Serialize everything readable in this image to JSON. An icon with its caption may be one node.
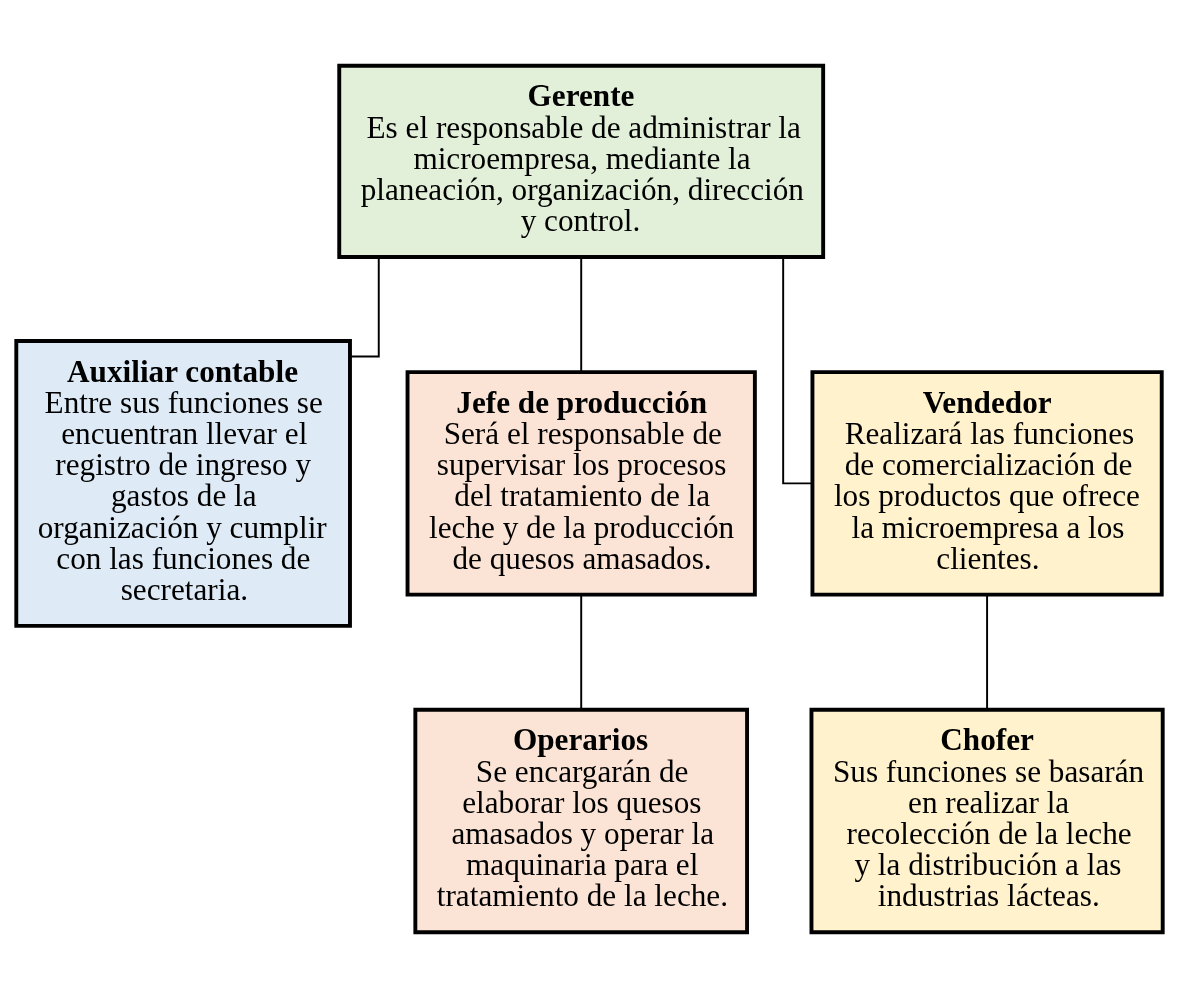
{
  "diagram": {
    "nodes": [
      {
        "text": [
          "Gerente",
          "Es el responsable de administrar la microempresa, mediante la planeación, organización, dirección y control."
        ]
      },
      {
        "text": [
          "Auxiliar contable",
          "Entre sus funciones se encuentran llevar el registro de ingreso y gastos de la organización y cumplir con las funciones de secretaria."
        ]
      },
      {
        "text": [
          "Jefe de producción",
          "Será el responsable de supervisar los procesos del tratamiento de la leche y de la producción de quesos amasados."
        ]
      },
      {
        "text": [
          "Vendedor",
          "Realizará las funciones de comercialización de los productos que ofrece la microempresa a los clientes."
        ]
      },
      {
        "text": [
          "Operarios",
          "Se encargarán de elaborar los quesos amasados y operar la maquinaria para el tratamiento de la leche."
        ]
      },
      {
        "text": [
          "Chofer",
          "Sus funciones se basarán en realizar la recolección de la leche y la distribución a las industrias lácteas."
        ]
      }
    ],
    "edges": [
      {
        "from": 0,
        "to": 1,
        "arrow": "none"
      },
      {
        "from": 0,
        "to": 2,
        "arrow": "none"
      },
      {
        "from": 0,
        "to": 3,
        "arrow": "none"
      },
      {
        "from": 2,
        "to": 4,
        "arrow": "none"
      },
      {
        "from": 3,
        "to": 5,
        "arrow": "none"
      }
    ]
  }
}
